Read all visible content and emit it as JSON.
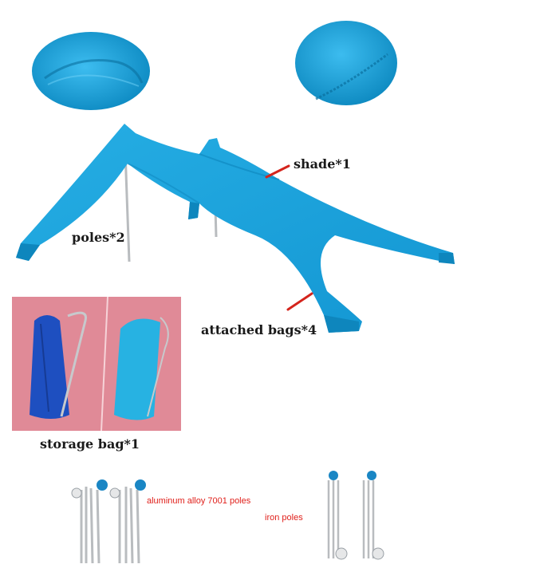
{
  "labels": {
    "shade": "shade*1",
    "poles": "poles*2",
    "attached_bags": "attached bags*4",
    "storage_bag": "storage bag*1",
    "aluminum_poles": "aluminum alloy 7001 poles",
    "iron_poles": "iron poles"
  },
  "colors": {
    "fabric": "#1aa4dd",
    "fabric_dark": "#0e86bd",
    "fabric_light": "#4cc0ee",
    "storage_bg": "#e08a97",
    "arrow_red": "#d4241c",
    "pole_metal": "#b9bcbf"
  }
}
